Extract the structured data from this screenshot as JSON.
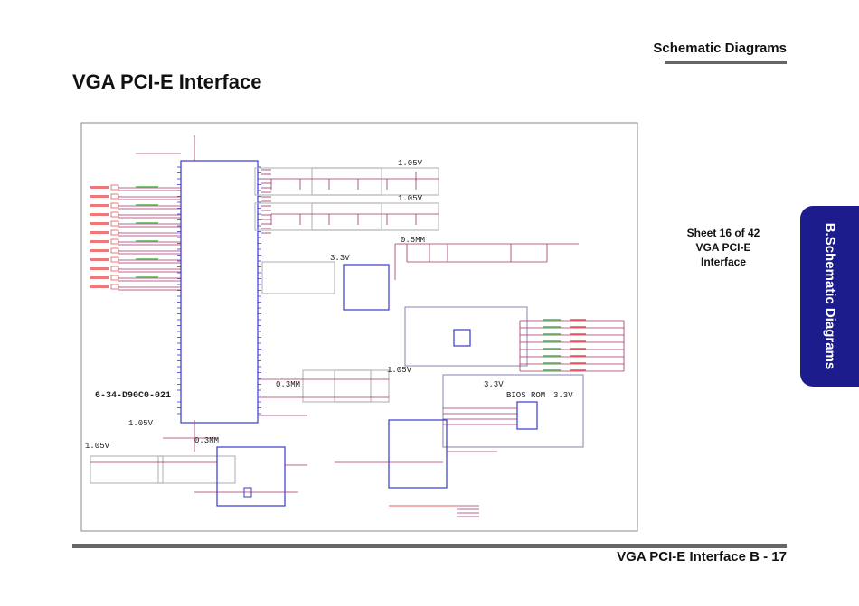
{
  "header": {
    "section": "Schematic  Diagrams"
  },
  "page_title": "VGA PCI-E Interface",
  "sheet_info": {
    "line1": "Sheet 16 of 42",
    "line2": "VGA PCI-E",
    "line3": "Interface"
  },
  "side_tab": {
    "label": "B.Schematic Diagrams",
    "color": "#1c1c8c"
  },
  "footer": {
    "label": "VGA PCI-E Interface  B  -  17"
  },
  "schematic": {
    "part_number": "6-34-D90C0-021",
    "bios_label": "BIOS ROM",
    "rails": {
      "r1": "1.05V",
      "r2": "1.05V",
      "r3": "3.3V",
      "r4": "0.5MM",
      "r5": "1.05V",
      "r6": "0.3MM",
      "r7": "3.3V",
      "r8": "3.3V",
      "r9": "1.05V",
      "r10": "1.05V",
      "r11": "0.3MM"
    },
    "colors": {
      "wire": "#a0306a",
      "chip": "#3a3ad0",
      "net_label": "#e02020",
      "value_label": "#20a020",
      "frame": "#888888"
    }
  }
}
